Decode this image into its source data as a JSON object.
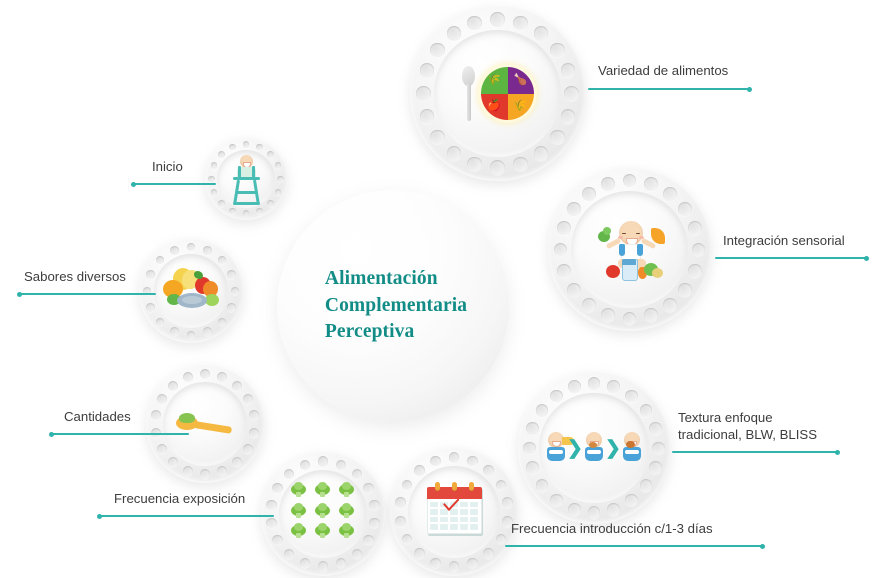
{
  "diagram": {
    "title": "Alimentación Complementaria Perceptiva",
    "center": {
      "line1": "Alimentación",
      "line2": "Complementaria",
      "line3": "Perceptiva"
    },
    "accent_color": "#2fb3ab",
    "title_color": "#128c86",
    "label_color": "#3d3d3d",
    "background_color": "#ffffff",
    "nodes": [
      {
        "id": "variedad",
        "label": "Variedad de alimentos",
        "label_line2": "",
        "side": "right",
        "icon": "plate-spoon-foodgroups-icon",
        "icon_detail": {
          "spoon": "spoon-icon",
          "wheel_quadrants": [
            {
              "name": "vegetables",
              "color": "#5cb441",
              "glyph": "ᾖ6"
            },
            {
              "name": "protein",
              "color": "#7a2a8f",
              "glyph": "meat"
            },
            {
              "name": "fruit",
              "color": "#e0392b",
              "glyph": "apple"
            },
            {
              "name": "grains",
              "color": "#f5a623",
              "glyph": "wheat"
            }
          ]
        }
      },
      {
        "id": "integracion",
        "label": "Integración sensorial",
        "label_line2": "",
        "side": "right",
        "icon": "baby-eating-food-icon"
      },
      {
        "id": "textura",
        "label": "Textura enfoque",
        "label_line2": "tradicional, BLW, BLISS",
        "side": "right",
        "icon": "three-babies-progression-icon"
      },
      {
        "id": "frecuencia-introduccion",
        "label": "Frecuencia introducción c/1-3 días",
        "label_line2": "",
        "side": "right",
        "icon": "calendar-check-icon"
      },
      {
        "id": "frecuencia-exposicion",
        "label": "Frecuencia exposición",
        "label_line2": "",
        "side": "left",
        "icon": "nine-broccoli-icon"
      },
      {
        "id": "cantidades",
        "label": "Cantidades",
        "label_line2": "",
        "side": "left",
        "icon": "spoon-puree-icon"
      },
      {
        "id": "sabores",
        "label": "Sabores diversos",
        "label_line2": "",
        "side": "left",
        "icon": "assorted-fruits-vegetables-icon"
      },
      {
        "id": "inicio",
        "label": "Inicio",
        "label_line2": "",
        "side": "left",
        "icon": "baby-highchair-icon"
      }
    ]
  }
}
